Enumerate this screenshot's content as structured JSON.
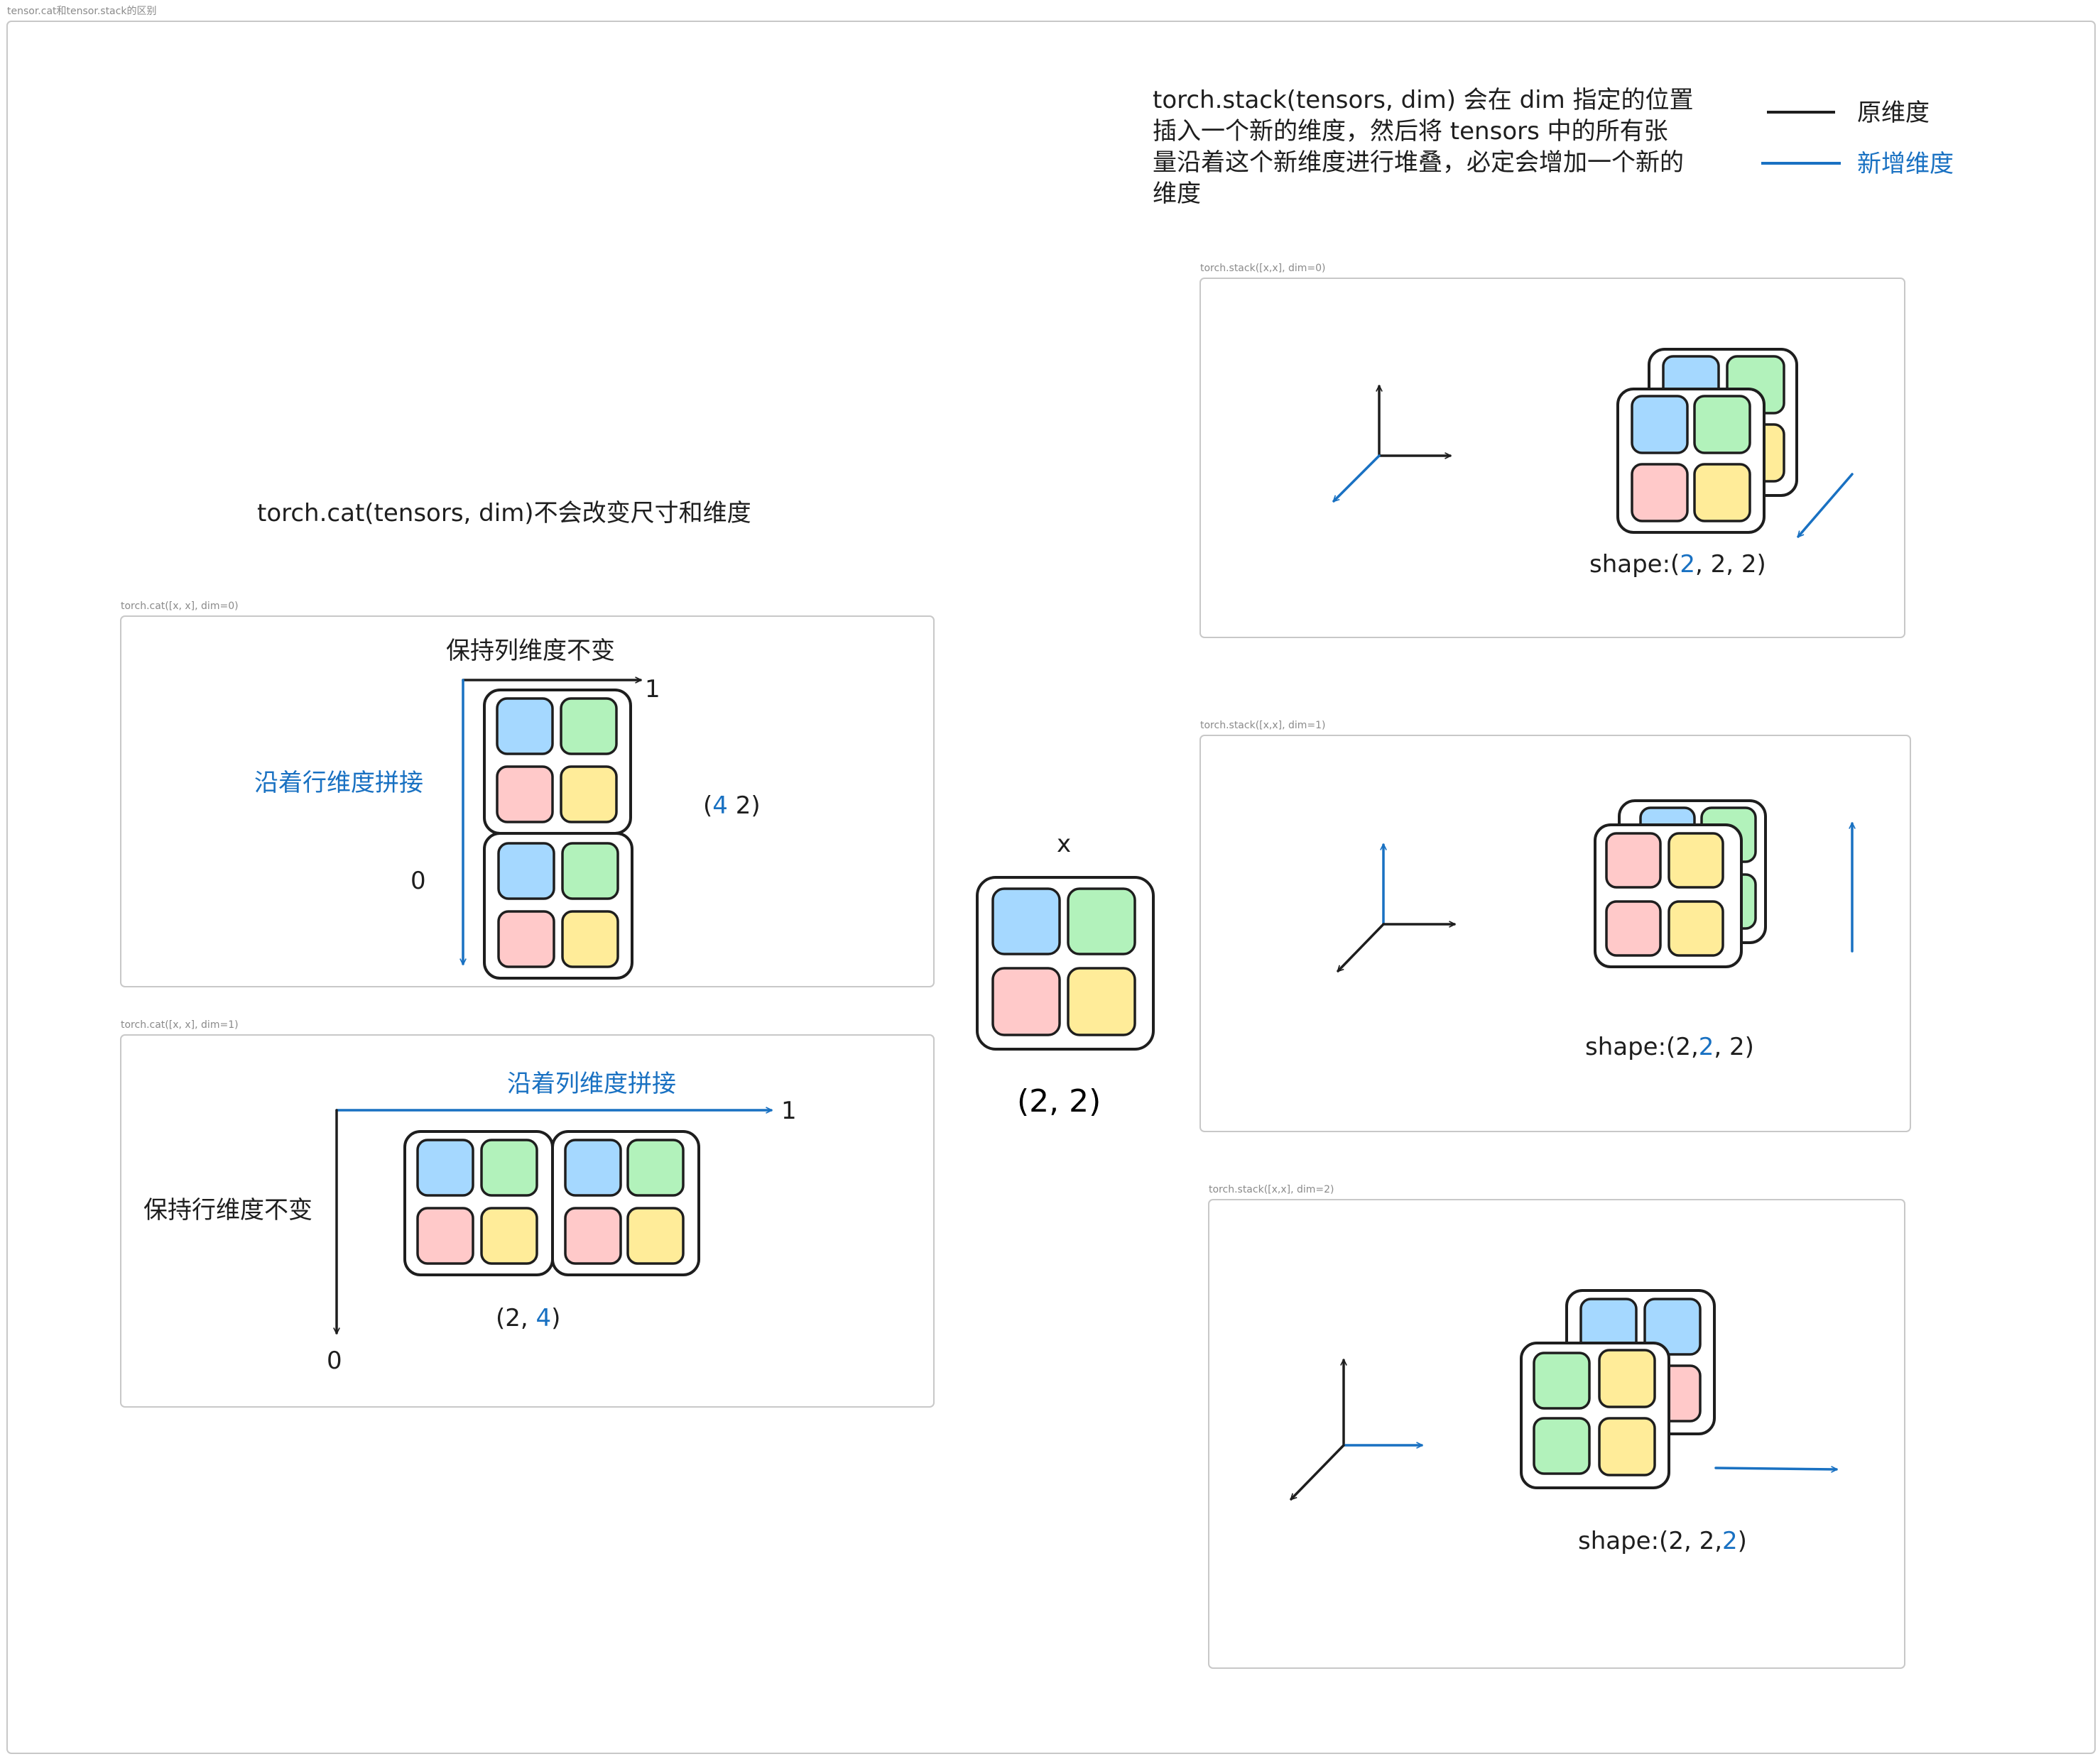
{
  "canvas_title": "tensor.cat和tensor.stack的区别",
  "stack_description": [
    "torch.stack(tensors, dim) 会在 dim 指定的位置",
    "插入一个新的维度，然后将 tensors 中的所有张",
    "量沿着这个新维度进行堆叠，必定会增加一个新的",
    "维度"
  ],
  "legend": {
    "original": "原维度",
    "new": "新增维度",
    "original_color": "#1e1e1e",
    "new_color": "#1971c2"
  },
  "cat_description": "torch.cat(tensors, dim)不会改变尺寸和维度",
  "center": {
    "label": "x",
    "shape": "(2, 2)"
  },
  "cat0": {
    "frame_label": "torch.cat([x, x], dim=0)",
    "col_keep": "保持列维度不变",
    "row_concat": "沿着行维度拼接",
    "axis_1": "1",
    "axis_0": "0",
    "shape_open": "(",
    "shape_new": "4",
    "shape_rest": " 2)"
  },
  "cat1": {
    "frame_label": "torch.cat([x, x], dim=1)",
    "col_concat": "沿着列维度拼接",
    "row_keep": "保持行维度不变",
    "axis_1": "1",
    "axis_0": "0",
    "shape_open": "(2, ",
    "shape_new": "4",
    "shape_close": ")"
  },
  "stack0": {
    "frame_label": "torch.stack([x,x], dim=0)",
    "shape_prefix": "shape:(",
    "shape_new": "2",
    "shape_suffix": ", 2, 2)"
  },
  "stack1": {
    "frame_label": "torch.stack([x,x], dim=1)",
    "shape_prefix": "shape:(2,",
    "shape_new": "2",
    "shape_suffix": ", 2)"
  },
  "stack2": {
    "frame_label": "torch.stack([x,x], dim=2)",
    "shape_prefix": "shape:(2, 2,",
    "shape_new": "2",
    "shape_suffix": ")"
  },
  "colors": {
    "blue": "#a5d8ff",
    "green": "#b2f2bb",
    "red": "#ffc9c9",
    "yellow": "#ffec99",
    "accent": "#1971c2"
  }
}
